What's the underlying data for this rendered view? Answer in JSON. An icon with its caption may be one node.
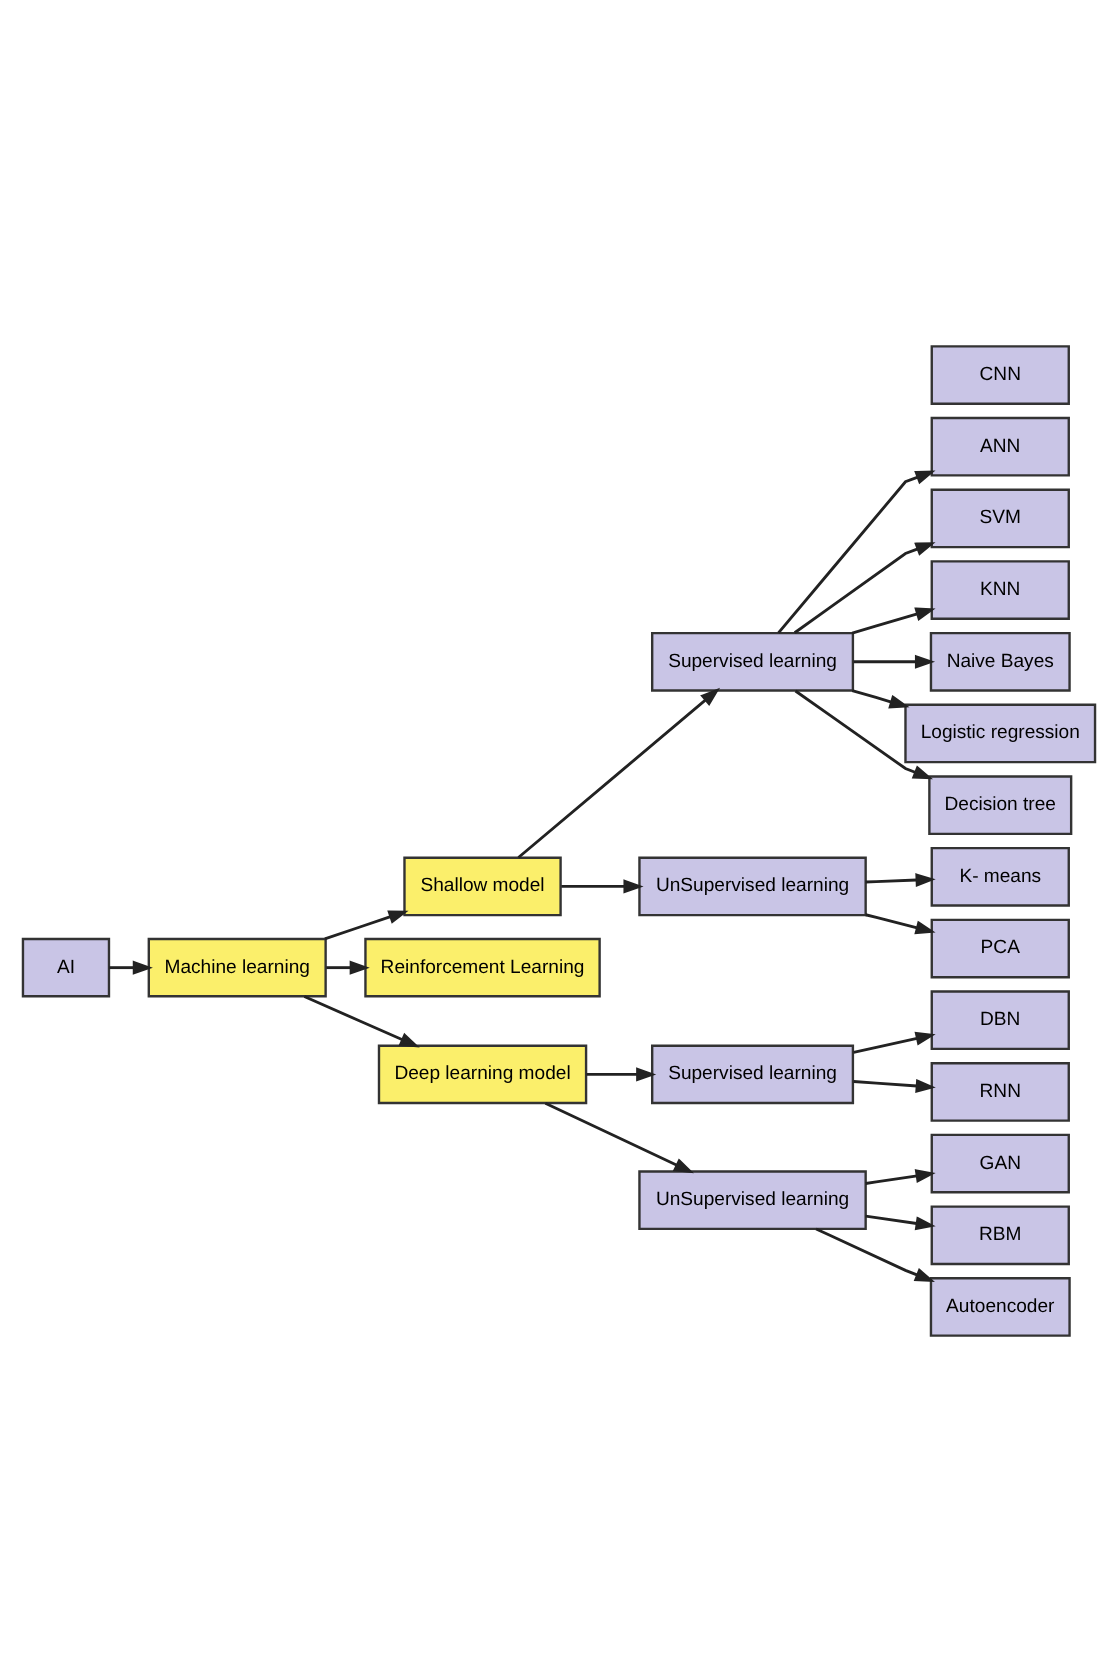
{
  "diagram": {
    "nodes": [
      {
        "text": [
          "AI"
        ]
      },
      {
        "text": [
          "Machine learning"
        ]
      },
      {
        "text": [
          "Shallow model"
        ]
      },
      {
        "text": [
          "Reinforcement Learning"
        ]
      },
      {
        "text": [
          "Deep learning model"
        ]
      },
      {
        "text": [
          "Supervised learning"
        ]
      },
      {
        "text": [
          "UnSupervised learning"
        ]
      },
      {
        "text": [
          "ANN"
        ]
      },
      {
        "text": [
          "SVM"
        ]
      },
      {
        "text": [
          "KNN"
        ]
      },
      {
        "text": [
          "Naive Bayes"
        ]
      },
      {
        "text": [
          "Logistic regression"
        ]
      },
      {
        "text": [
          "Decision tree"
        ]
      },
      {
        "text": [
          "K- means"
        ]
      },
      {
        "text": [
          "PCA"
        ]
      },
      {
        "text": [
          "Supervised learning"
        ]
      },
      {
        "text": [
          "UnSupervised learning"
        ]
      },
      {
        "text": [
          "DBN"
        ]
      },
      {
        "text": [
          "CNN"
        ]
      },
      {
        "text": [
          "RNN"
        ]
      },
      {
        "text": [
          "GAN"
        ]
      },
      {
        "text": [
          "RBM"
        ]
      },
      {
        "text": [
          "Autoencoder"
        ]
      }
    ],
    "edges": [
      {
        "from": 0,
        "to": 1,
        "arrow": "to"
      },
      {
        "from": 1,
        "to": 2,
        "arrow": "to"
      },
      {
        "from": 1,
        "to": 3,
        "arrow": "to"
      },
      {
        "from": 1,
        "to": 4,
        "arrow": "to"
      },
      {
        "from": 2,
        "to": 5,
        "arrow": "to"
      },
      {
        "from": 2,
        "to": 6,
        "arrow": "to"
      },
      {
        "from": 5,
        "to": 7,
        "arrow": "to"
      },
      {
        "from": 5,
        "to": 8,
        "arrow": "to"
      },
      {
        "from": 5,
        "to": 9,
        "arrow": "to"
      },
      {
        "from": 5,
        "to": 10,
        "arrow": "to"
      },
      {
        "from": 5,
        "to": 11,
        "arrow": "to"
      },
      {
        "from": 5,
        "to": 12,
        "arrow": "to"
      },
      {
        "from": 6,
        "to": 13,
        "arrow": "to"
      },
      {
        "from": 6,
        "to": 14,
        "arrow": "to"
      },
      {
        "from": 4,
        "to": 15,
        "arrow": "to"
      },
      {
        "from": 4,
        "to": 16,
        "arrow": "to"
      },
      {
        "from": 15,
        "to": 17,
        "arrow": "to"
      },
      {
        "from": 15,
        "to": 19,
        "arrow": "to"
      },
      {
        "from": 16,
        "to": 20,
        "arrow": "to"
      },
      {
        "from": 16,
        "to": 21,
        "arrow": "to"
      },
      {
        "from": 16,
        "to": 22,
        "arrow": "to"
      }
    ]
  }
}
